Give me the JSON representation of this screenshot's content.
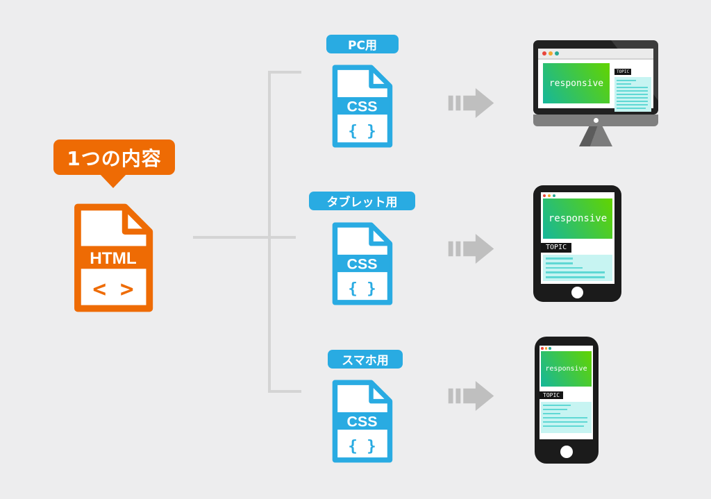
{
  "source": {
    "bubble_label": "1つの内容",
    "file": {
      "name": "HTML",
      "symbol": "< >"
    }
  },
  "rows": [
    {
      "badge": "PC用",
      "file": {
        "name": "CSS",
        "symbol": "{ }"
      },
      "device": "desktop",
      "screen": {
        "headline": "responsive",
        "topic": "TOPIC"
      }
    },
    {
      "badge": "タブレット用",
      "file": {
        "name": "CSS",
        "symbol": "{ }"
      },
      "device": "tablet",
      "screen": {
        "headline": "responsive",
        "topic": "TOPIC"
      }
    },
    {
      "badge": "スマホ用",
      "file": {
        "name": "CSS",
        "symbol": "{ }"
      },
      "device": "phone",
      "screen": {
        "headline": "responsive",
        "topic": "TOPIC"
      }
    }
  ],
  "colors": {
    "background": "#ededee",
    "html_orange": "#ee6b04",
    "css_blue": "#29abe2",
    "connector_grey": "#d4d4d4",
    "arrow_grey": "#bfbfbf",
    "device_black": "#1b1b1b",
    "screen_gradient_start": "#16b79b",
    "screen_gradient_end": "#62d400",
    "cyan_panel": "#c7f4f2",
    "cyan_line": "#5fd8d4",
    "topic_bg": "#151515"
  }
}
